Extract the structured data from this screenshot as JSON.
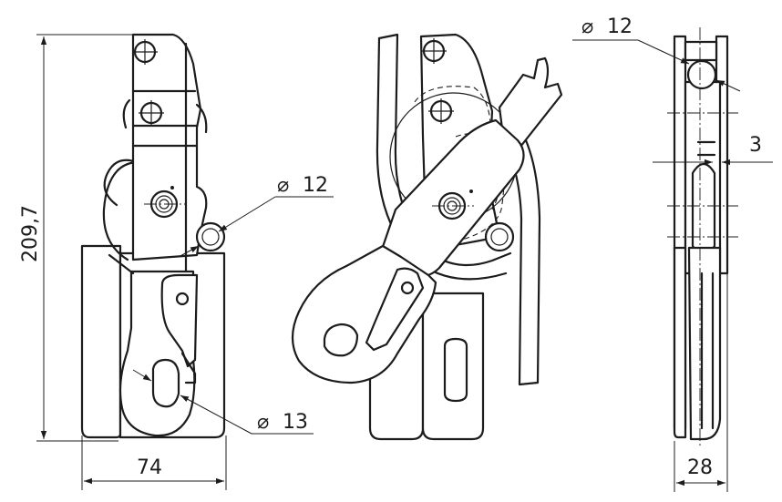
{
  "dimensions": {
    "height": "209,7",
    "width": "74",
    "depth": "28",
    "gap": "3",
    "pin_left": "12",
    "pin_top": "12",
    "hook_opening": "13"
  },
  "symbols": {
    "diameter": "⌀"
  }
}
